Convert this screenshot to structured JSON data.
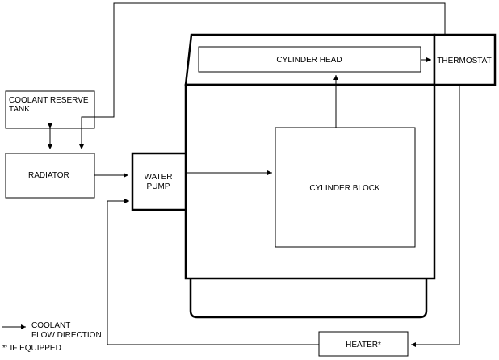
{
  "components": {
    "coolant_reserve_tank": [
      "COOLANT RESERVE",
      "TANK"
    ],
    "radiator": "RADIATOR",
    "water_pump": [
      "WATER",
      "PUMP"
    ],
    "cylinder_head": "CYLINDER HEAD",
    "thermostat": "THERMOSTAT",
    "cylinder_block": "CYLINDER BLOCK",
    "heater": "HEATER*"
  },
  "legend": {
    "flow_label": [
      "COOLANT",
      "FLOW DIRECTION"
    ],
    "footnote": "*: IF EQUIPPED"
  }
}
